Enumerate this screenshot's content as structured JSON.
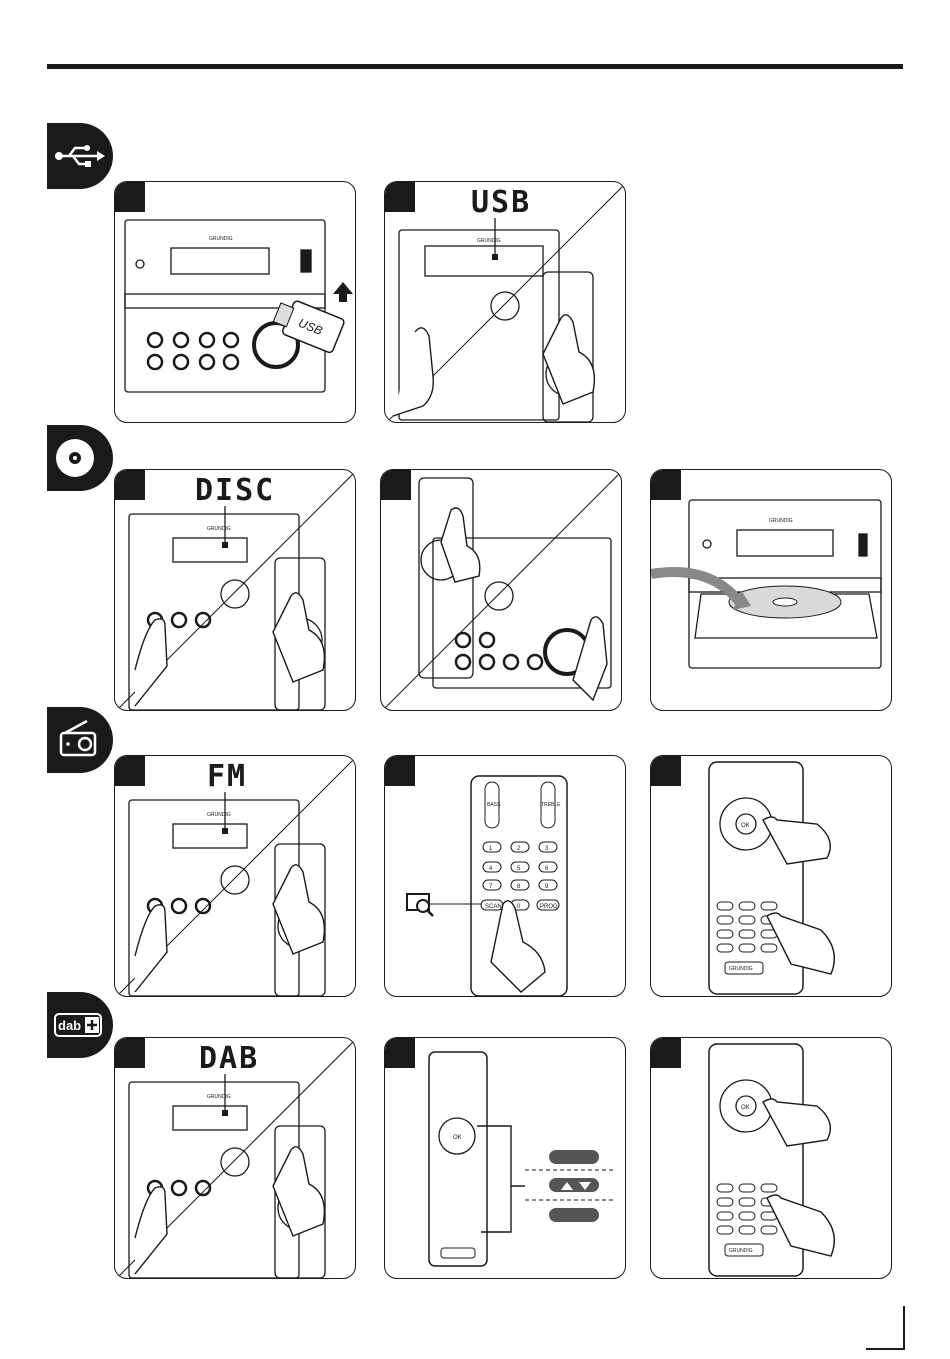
{
  "sections": {
    "usb": {
      "icon": "usb-icon",
      "display_text": "USB",
      "stick_label": "USB"
    },
    "disc": {
      "icon": "disc-icon",
      "display_text": "DISC"
    },
    "fm": {
      "icon": "radio-icon",
      "display_text": "FM",
      "scan_label": "SCAN",
      "prog_label": "PROG"
    },
    "dab": {
      "icon": "dab-plus-icon",
      "icon_text": "dab",
      "display_text": "DAB"
    }
  },
  "brand": "GRUNDIG",
  "remote": {
    "ok_label": "OK",
    "bass_label": "BASS",
    "treble_label": "TREBLE",
    "keys": [
      "1",
      "2",
      "3",
      "4",
      "5",
      "6",
      "7",
      "8",
      "9",
      "SCAN",
      "0",
      "PROG"
    ]
  },
  "colors": {
    "ink": "#1a1a1a",
    "panel_bg": "#ffffff",
    "gray_button": "#555555"
  }
}
